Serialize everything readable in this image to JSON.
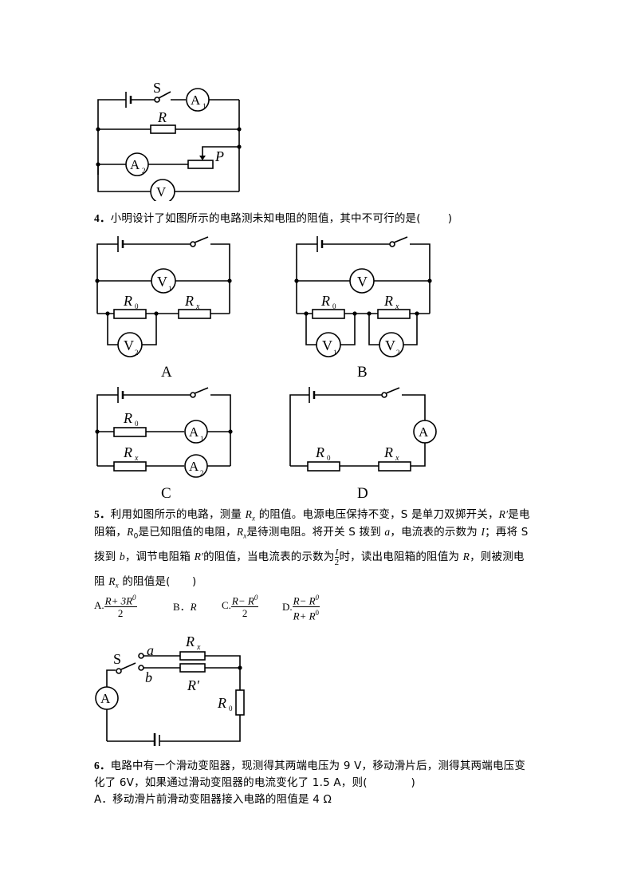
{
  "circuit_top": {
    "labels": {
      "switch": "S",
      "ammeter1": "A",
      "ammeter1_sub": "1",
      "resistor": "R",
      "ammeter2": "A",
      "ammeter2_sub": "2",
      "slider": "P",
      "voltmeter": "V"
    }
  },
  "q4": {
    "number": "4．",
    "text": "小明设计了如图所示的电路测未知电阻的阻值，其中不可行的是(",
    "close": ")",
    "diagrams": {
      "A": {
        "caption": "A",
        "v_top": "V",
        "v_top_sub": "1",
        "r0": "R",
        "r0_sub": "0",
        "rx": "R",
        "rx_sub": "x",
        "v_bottom": "V",
        "v_bottom_sub": "2"
      },
      "B": {
        "caption": "B",
        "v_top": "V",
        "r0": "R",
        "r0_sub": "0",
        "rx": "R",
        "rx_sub": "x",
        "v1": "V",
        "v1_sub": "1",
        "v2": "V",
        "v2_sub": "2"
      },
      "C": {
        "caption": "C",
        "r0": "R",
        "r0_sub": "0",
        "rx": "R",
        "rx_sub": "x",
        "a1": "A",
        "a1_sub": "1",
        "a2": "A",
        "a2_sub": "2"
      },
      "D": {
        "caption": "D",
        "r0": "R",
        "r0_sub": "0",
        "rx": "R",
        "rx_sub": "x",
        "a": "A"
      }
    }
  },
  "q5": {
    "number": "5．",
    "line1_a": "利用如图所示的电路，测量 ",
    "line1_rx": "R",
    "line1_rx_sub": "x",
    "line1_b": " 的阻值。电源电压保持不变，S 是单刀双掷开关，",
    "line1_rprime": "R′",
    "line1_c": "是电",
    "line2_a": "阻箱，",
    "line2_r0": "R",
    "line2_r0_sub": "0",
    "line2_b": "是已知阻值的电阻，",
    "line2_rx": "R",
    "line2_rx_sub": "x",
    "line2_c": "是待测电阻。将开关 S 拨到 ",
    "line2_a_var": "a",
    "line2_d": "，电流表的示数为 ",
    "line2_i": "I",
    "line2_e": "；再将 S",
    "line3_a": "拨到 ",
    "line3_b_var": "b",
    "line3_b": "，调节电阻箱 ",
    "line3_rprime": "R′",
    "line3_c": "的阻值，当电流表的示数为",
    "line3_frac_top": "I",
    "line3_frac_bot": "2",
    "line3_d": "时，读出电阻箱的阻值为 ",
    "line3_r": "R",
    "line3_e": "，则被测电",
    "line4_a": "阻 ",
    "line4_rx": "R",
    "line4_rx_sub": "x",
    "line4_b": " 的阻值是(　　)",
    "options": [
      {
        "label": "A.",
        "numerator": "R+ 3R",
        "numerator_sup": "0",
        "denominator": "2"
      },
      {
        "label": "B．",
        "value": "R"
      },
      {
        "label": "C.",
        "numerator": "R− R",
        "numerator_sup": "0",
        "denominator": "2"
      },
      {
        "label": "D.",
        "numerator": "R− R",
        "numerator_sup": "0",
        "denominator": "R+ R",
        "denominator_sup": "0"
      }
    ],
    "diagram": {
      "switch": "S",
      "a": "a",
      "b": "b",
      "rx": "R",
      "rx_sub": "x",
      "rprime": "R′",
      "r0": "R",
      "r0_sub": "0",
      "ammeter": "A"
    }
  },
  "q6": {
    "number": "6．",
    "line1": "电路中有一个滑动变阻器，现测得其两端电压为 9 V，移动滑片后，测得其两端电压变",
    "line2": "化了 6V，如果通过滑动变阻器的电流变化了 1.5 A，则(　　　　)",
    "option_a": "A．移动滑片前滑动变阻器接入电路的阻值是 4 Ω"
  }
}
